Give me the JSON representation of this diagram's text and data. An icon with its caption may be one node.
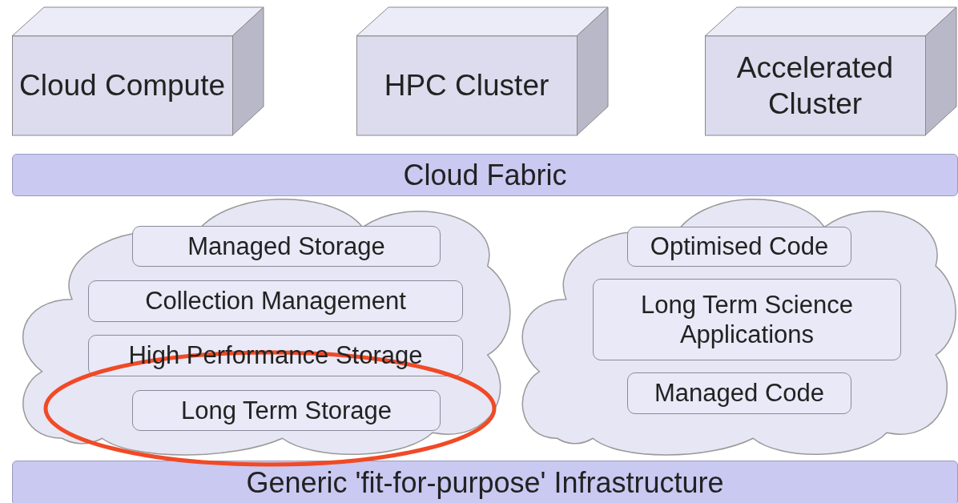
{
  "diagram": {
    "nodes": [
      {
        "text": [
          "Cloud Compute"
        ]
      },
      {
        "text": [
          "HPC Cluster"
        ]
      },
      {
        "text": [
          "Accelerated Cluster"
        ]
      },
      {
        "text": [
          "Cloud Fabric"
        ]
      },
      {
        "text": [],
        "shape": "cloud"
      },
      {
        "text": [
          "Managed Storage"
        ],
        "in": 4
      },
      {
        "text": [
          "Collection Management"
        ],
        "in": 4
      },
      {
        "text": [
          "High Performance Storage"
        ],
        "in": 4
      },
      {
        "text": [
          "Long Term Storage"
        ],
        "in": 4
      },
      {
        "text": [],
        "shape": "cloud"
      },
      {
        "text": [
          "Optimised Code"
        ],
        "in": 9
      },
      {
        "text": [
          "Long Term Science Applications"
        ],
        "in": 9
      },
      {
        "text": [
          "Managed Code"
        ],
        "in": 9
      },
      {
        "text": [
          "Generic 'fit-for-purpose' Infrastructure"
        ]
      }
    ]
  }
}
